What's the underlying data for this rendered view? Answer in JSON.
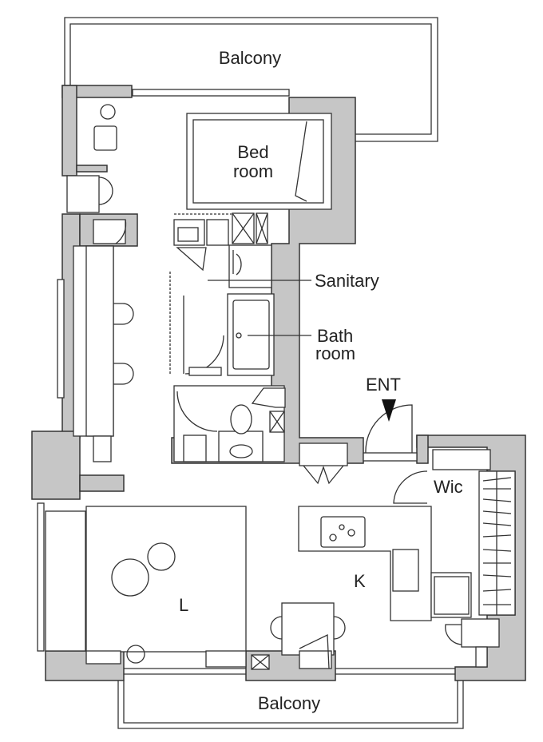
{
  "floorplan": {
    "rooms": {
      "balcony_top": "Balcony",
      "bedroom_line1": "Bed",
      "bedroom_line2": "room",
      "sanitary": "Sanitary",
      "bathroom_line1": "Bath",
      "bathroom_line2": "room",
      "entrance": "ENT",
      "walk_in_closet": "Wic",
      "kitchen": "K",
      "living": "L",
      "balcony_bottom": "Balcony"
    },
    "colors": {
      "wall": "#c6c6c6",
      "line": "#333333",
      "background": "#ffffff"
    }
  }
}
